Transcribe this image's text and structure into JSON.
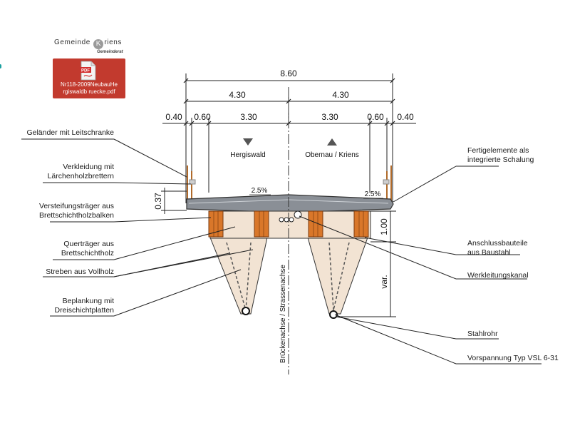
{
  "header": {
    "org_left": "Gemeinde",
    "org_mark": "K",
    "org_right": "riens",
    "council": "Gemeinderat",
    "file_name": "Nr118-2009NeubauHergiswaldbruecke.pdf",
    "file_line1": "Nr118-2009NeubauHe",
    "file_line2": "rgiswaldb   ruecke.pdf",
    "icon": "pdf-file-icon"
  },
  "dimensions": {
    "total": "8.60",
    "half_left": "4.30",
    "half_right": "4.30",
    "edge_left": "0.40",
    "edge_right": "0.40",
    "rail_left": "0.60",
    "rail_right": "0.60",
    "lane_left": "3.30",
    "lane_right": "3.30",
    "deck_thickness": "0.37",
    "crossbeam_height": "1.00",
    "strut_height": "var."
  },
  "directions": {
    "left": "Hergiswald",
    "right": "Obernau / Kriens"
  },
  "slopes": {
    "left": "2.5%",
    "right": "2.5%"
  },
  "axis_label": "Brückenachse / Strassenachse",
  "labels_left": [
    "Geländer mit Leitschranke",
    "Verkleidung mit",
    "Lärchenholzbrettern",
    "Versteifungsträger aus",
    "Brettschichtholzbalken",
    "Querträger aus",
    "Brettschichtholz",
    "Streben aus Vollholz",
    "Beplankung mit",
    "Dreischichtplatten"
  ],
  "labels_right": [
    "Fertigelemente als",
    "integrierte Schalung",
    "Anschlussbauteile",
    "aus Baustahl",
    "Werkleitungskanal",
    "Stahlrohr",
    "Vorspannung Typ VSL 6-31"
  ],
  "colors": {
    "timber": "#d9772a",
    "timber_dark": "#a8541a",
    "cladding": "#f2e3d3",
    "deck": "#8a8f96",
    "line": "#222222",
    "pdf_red": "#c23a2e"
  }
}
